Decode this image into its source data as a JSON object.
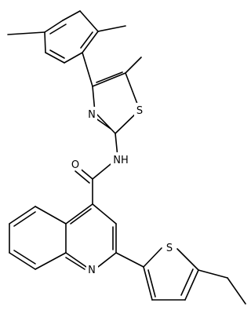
{
  "diagram": {
    "atoms": {
      "S_thiazole": "S",
      "N_thiazole": "N",
      "N_amide": "NH",
      "O_carbonyl": "O",
      "N_quinoline": "N",
      "S_thiophene": "S"
    }
  }
}
